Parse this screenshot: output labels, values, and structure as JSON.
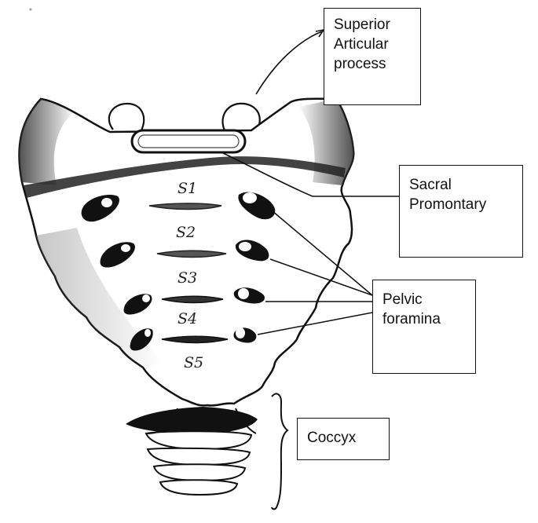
{
  "labels": {
    "superior_articular_process": [
      "Superior",
      "Articular",
      "process"
    ],
    "sacral_promontory": [
      "Sacral",
      "Promontary"
    ],
    "pelvic_foramina": [
      "Pelvic",
      "foramina"
    ],
    "coccyx": [
      "Coccyx"
    ]
  },
  "segments": [
    "S1",
    "S2",
    "S3",
    "S4",
    "S5"
  ],
  "colors": {
    "ink": "#111111",
    "shade": "#555555",
    "background": "#ffffff"
  }
}
